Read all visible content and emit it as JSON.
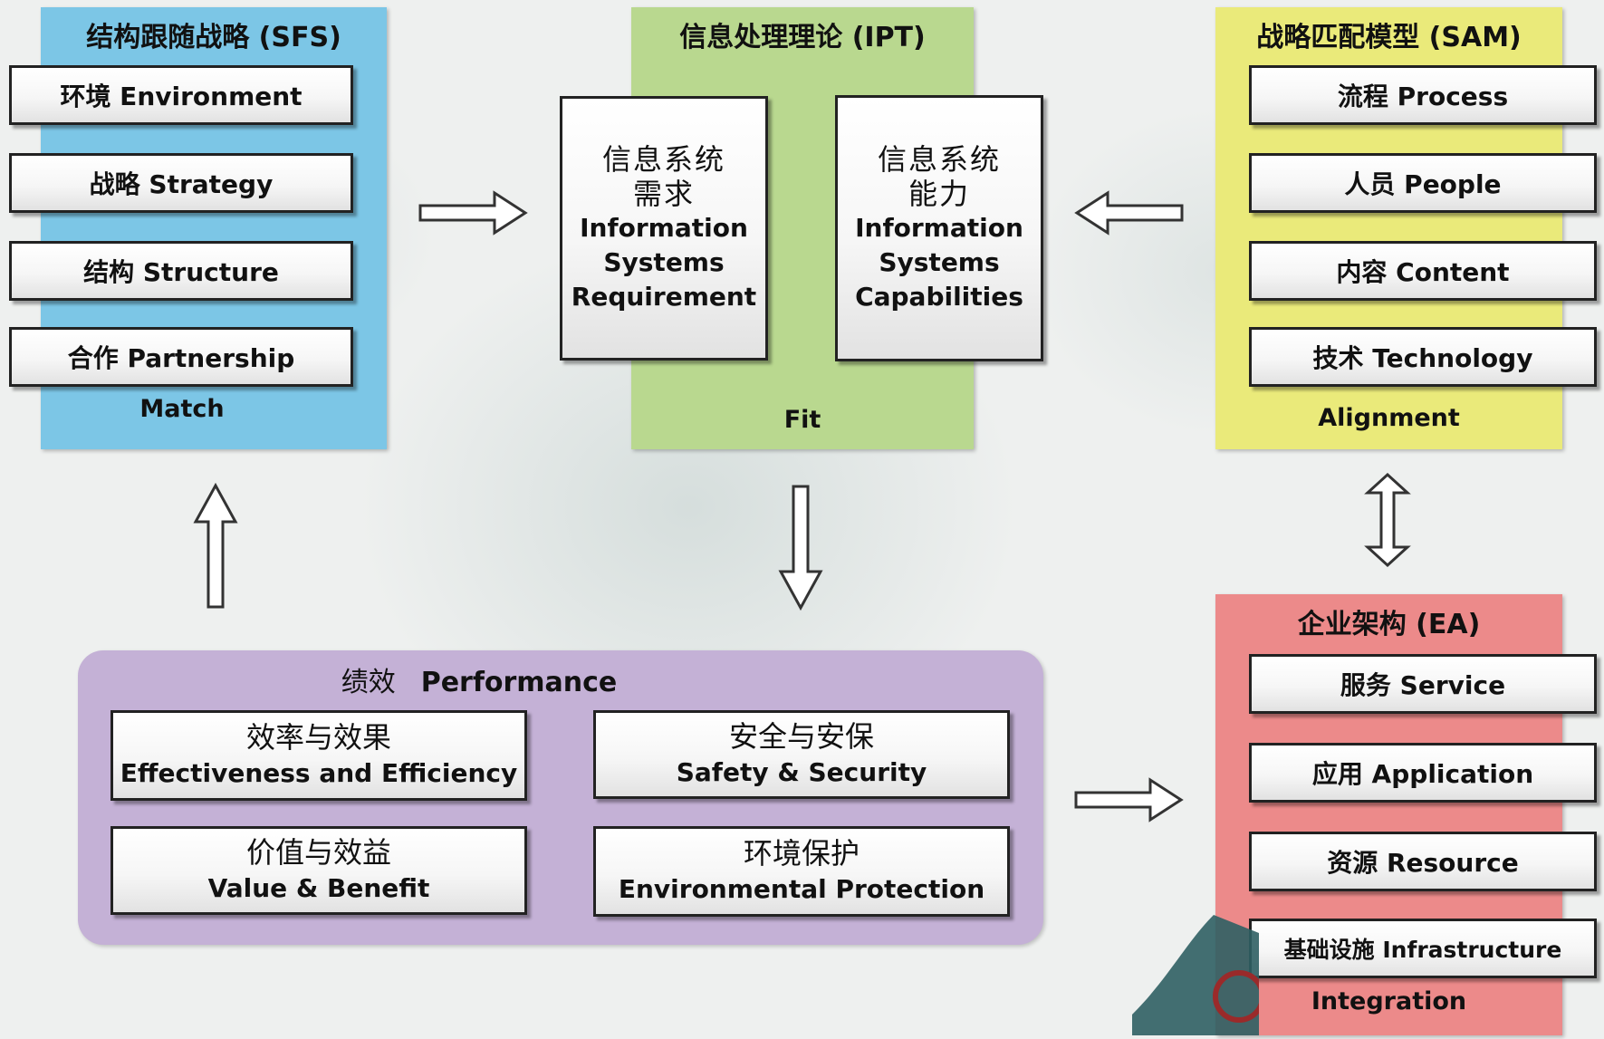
{
  "sfs": {
    "title": "结构跟随战略 (SFS)",
    "items": [
      "环境  Environment",
      "战略  Strategy",
      "结构 Structure",
      "合作 Partnership"
    ],
    "footer": "Match",
    "color": "#7cc6e6"
  },
  "ipt": {
    "title": "信息处理理论 (IPT)",
    "req": {
      "zh1": "信息系统",
      "zh2": "需求",
      "en1": "Information",
      "en2": "Systems",
      "en3": "Requirement"
    },
    "cap": {
      "zh1": "信息系统",
      "zh2": "能力",
      "en1": "Information",
      "en2": "Systems",
      "en3": "Capabilities"
    },
    "footer": "Fit",
    "color": "#b9d88f"
  },
  "sam": {
    "title": "战略匹配模型 (SAM)",
    "items": [
      "流程 Process",
      "人员 People",
      "内容 Content",
      "技术 Technology"
    ],
    "footer": "Alignment",
    "color": "#eaea7a"
  },
  "ea": {
    "title": "企业架构 (EA)",
    "items": [
      "服务 Service",
      "应用 Application",
      "资源 Resource",
      "基础设施 Infrastructure"
    ],
    "footer": "Integration",
    "color": "#ec8a8a"
  },
  "performance": {
    "title_zh": "绩效",
    "title_en": "Performance",
    "items": [
      {
        "zh": "效率与效果",
        "en": "Effectiveness and Efficiency"
      },
      {
        "zh": "安全与安保",
        "en": "Safety & Security"
      },
      {
        "zh": "价值与效益",
        "en": "Value & Benefit"
      },
      {
        "zh": "环境保护",
        "en": "Environmental Protection"
      }
    ],
    "color": "#c4b1d6"
  }
}
